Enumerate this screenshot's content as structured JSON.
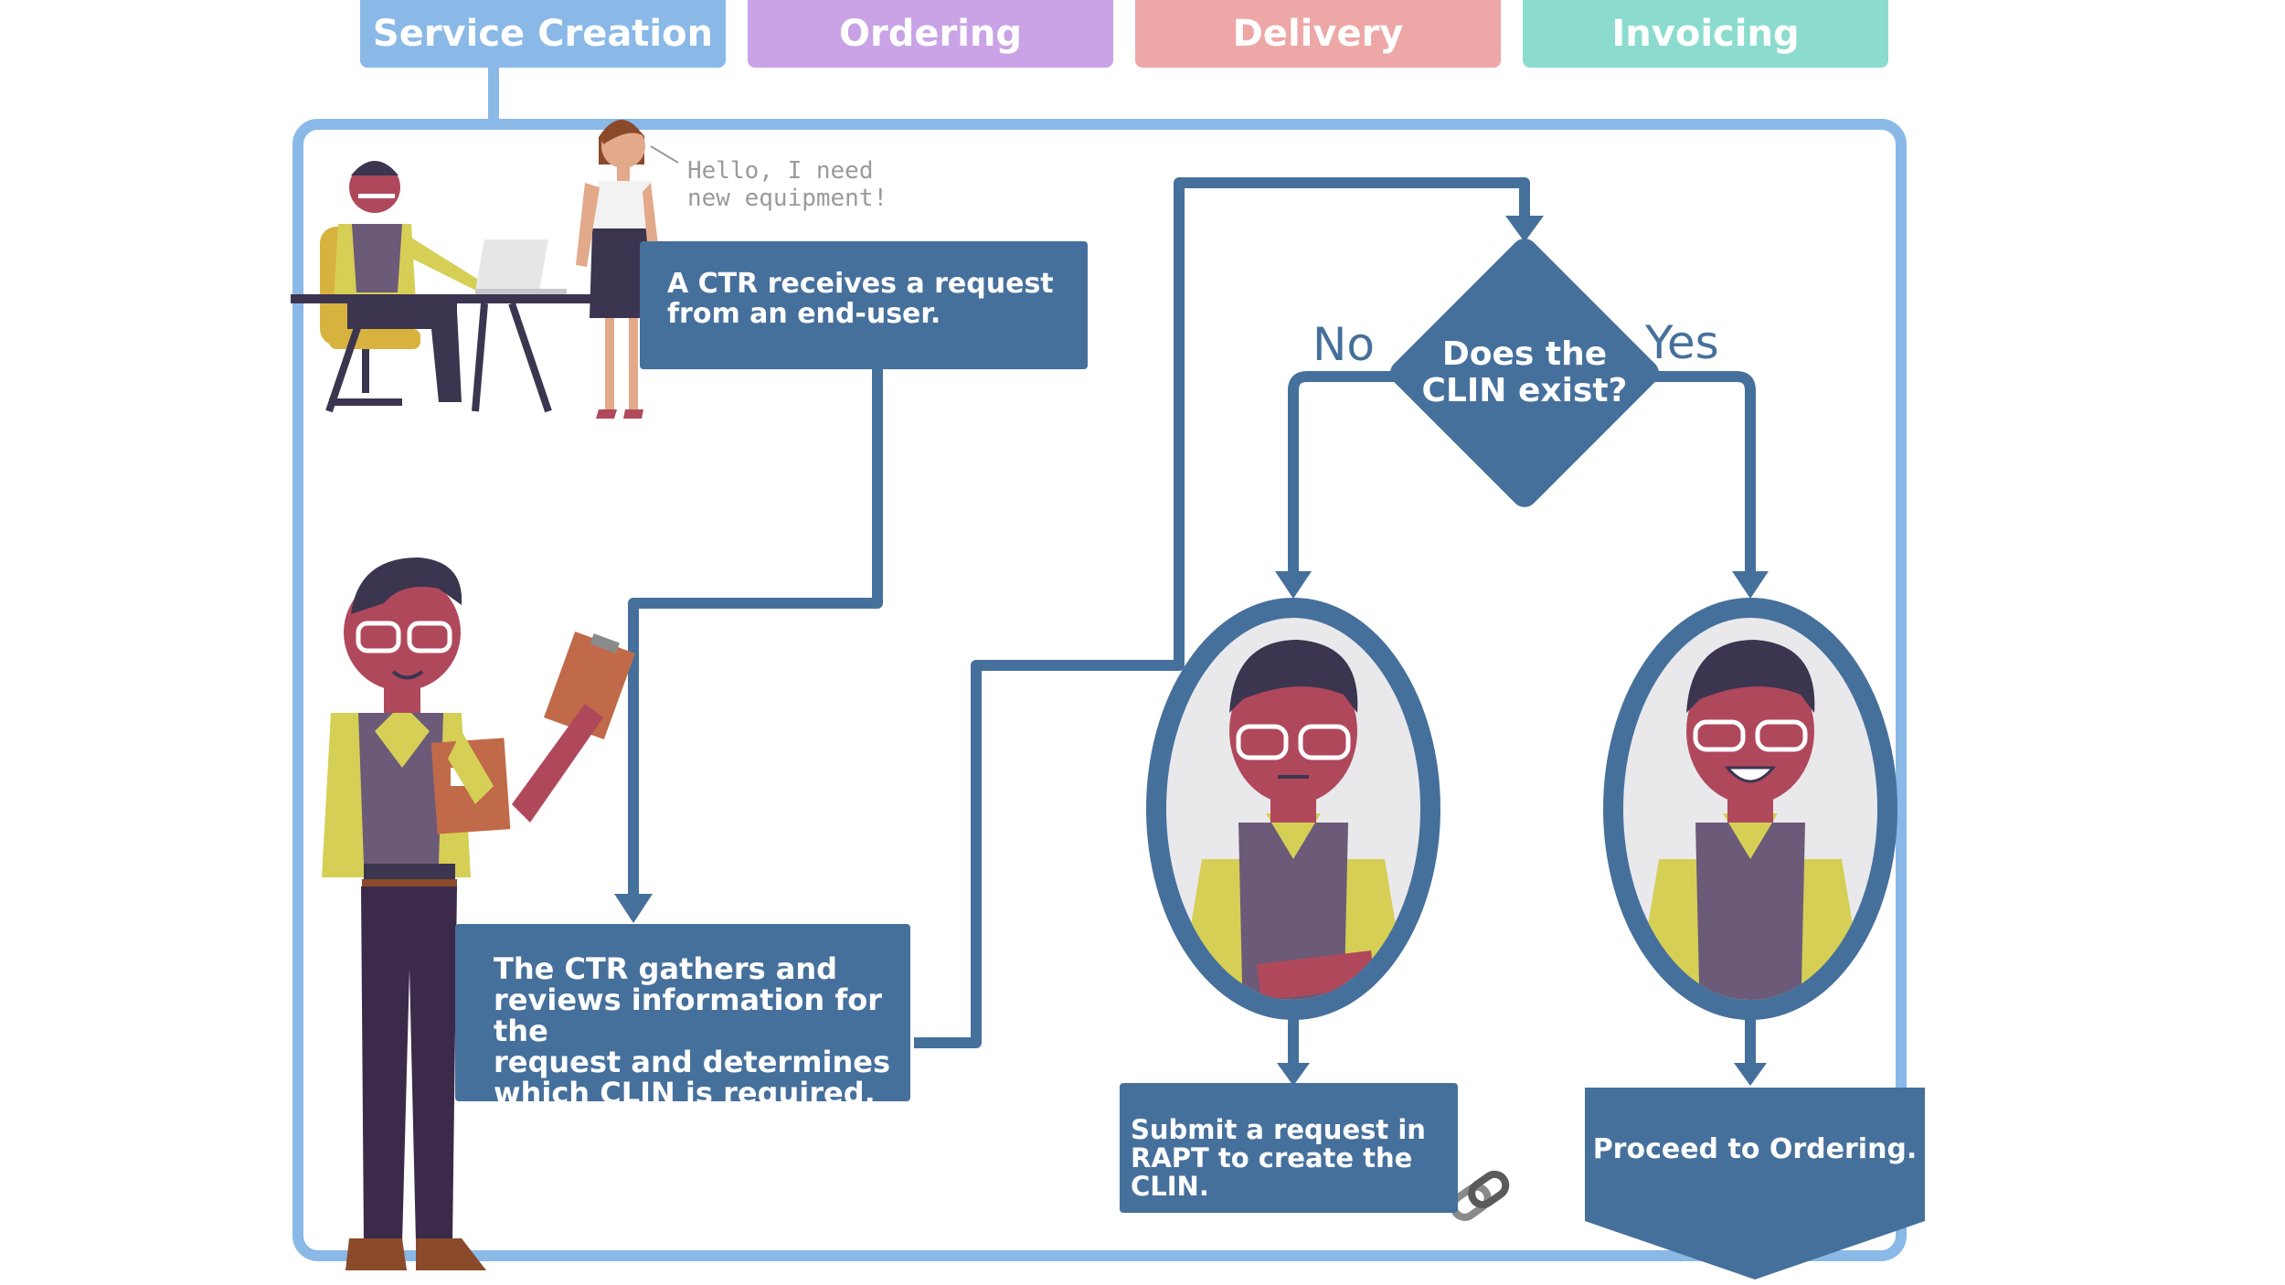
{
  "tabs": [
    {
      "label": "Service Creation",
      "color": "#8ab9e8"
    },
    {
      "label": "Ordering",
      "color": "#c9a3e6"
    },
    {
      "label": "Delivery",
      "color": "#eda7a6"
    },
    {
      "label": "Invoicing",
      "color": "#8bdccf"
    }
  ],
  "speech_bubble": {
    "line1": "Hello, I need",
    "line2": "new equipment!"
  },
  "step1": {
    "line1": "A CTR receives a request",
    "line2": "from an end-user."
  },
  "step2": {
    "line1": "The CTR gathers and",
    "line2": "reviews information for the",
    "line3": "request and determines",
    "line4": "which CLIN is required."
  },
  "decision": {
    "line1": "Does the",
    "line2": "CLIN exist?",
    "no_label": "No",
    "yes_label": "Yes"
  },
  "no_result": {
    "line1": "Submit a request in",
    "line2": "RAPT to create the CLIN."
  },
  "yes_result": {
    "label": "Proceed to Ordering."
  },
  "colors": {
    "flow": "#46709c",
    "frame": "#8ab9e8",
    "skin": "#b0485b",
    "vest": "#6b5a78",
    "shirt": "#d6cf56"
  },
  "icons": [
    "link-icon"
  ]
}
